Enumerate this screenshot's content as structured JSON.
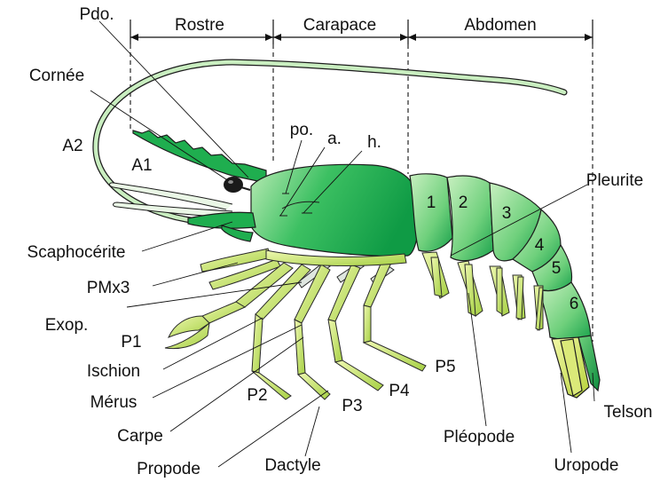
{
  "title": "",
  "sections": {
    "rostre": "Rostre",
    "carapace": "Carapace",
    "abdomen": "Abdomen"
  },
  "labels": {
    "pdo": "Pdo.",
    "cornee": "Cornée",
    "a2": "A2",
    "a1": "A1",
    "scaphocerite": "Scaphocérite",
    "pmx3": "PMx3",
    "exop": "Exop.",
    "p1": "P1",
    "ischion": "Ischion",
    "merus": "Mérus",
    "carpe": "Carpe",
    "propode": "Propode",
    "dactyle": "Dactyle",
    "p2": "P2",
    "p3": "P3",
    "p4": "P4",
    "p5": "P5",
    "po": "po.",
    "a": "a.",
    "h": "h.",
    "pleurite": "Pleurite",
    "pleopode": "Pléopode",
    "telson": "Telson",
    "uropode": "Uropode"
  },
  "segments": [
    "1",
    "2",
    "3",
    "4",
    "5",
    "6"
  ],
  "colors": {
    "body_dark": "#12a34a",
    "body_light": "#b5e8b0",
    "leg_light": "#e8f5a0",
    "leg_dark": "#9acb3c",
    "eye": "#111111"
  }
}
